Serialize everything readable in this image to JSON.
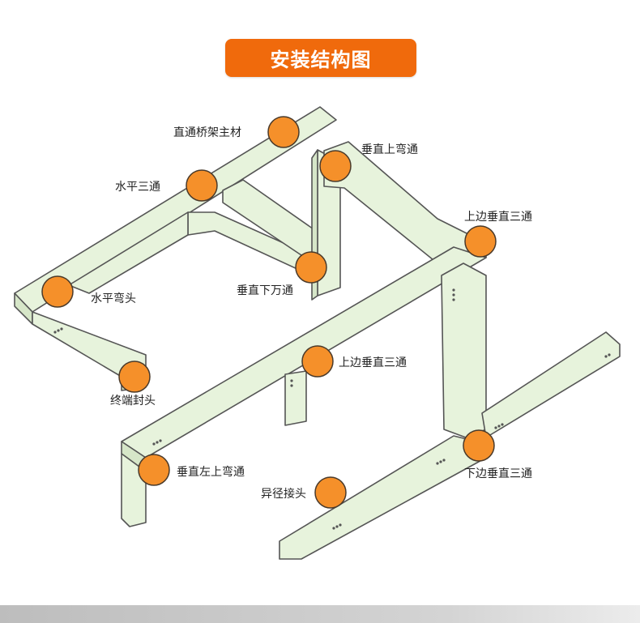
{
  "title": "安装结构图",
  "colors": {
    "title_bg": "#f06a0c",
    "tray_fill": "#e7f3dc",
    "tray_stroke": "#555555",
    "marker": "#f5902a",
    "marker_stroke": "#4a3a2a"
  },
  "callouts": [
    {
      "id": "straight",
      "label": "直通桥架主材"
    },
    {
      "id": "horizontal-tee",
      "label": "水平三通"
    },
    {
      "id": "vertical-up-bend",
      "label": "垂直上弯通"
    },
    {
      "id": "upper-vertical-tee-top",
      "label": "上边垂直三通"
    },
    {
      "id": "vertical-down-bend",
      "label": "垂直下万通"
    },
    {
      "id": "horizontal-elbow",
      "label": "水平弯头"
    },
    {
      "id": "end-cap",
      "label": "终端封头"
    },
    {
      "id": "upper-vertical-tee-mid",
      "label": "上边垂直三通"
    },
    {
      "id": "vertical-left-up-bend",
      "label": "垂直左上弯通"
    },
    {
      "id": "lower-vertical-tee",
      "label": "下边垂直三通"
    },
    {
      "id": "reducer",
      "label": "异径接头"
    }
  ]
}
